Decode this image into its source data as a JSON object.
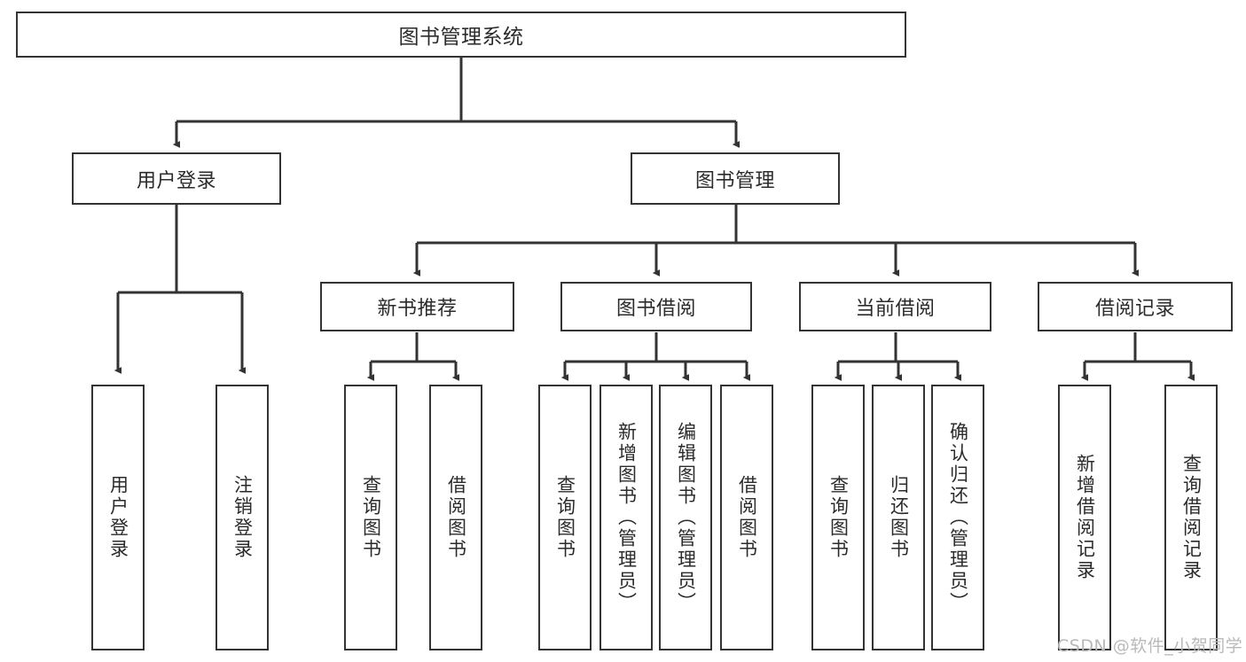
{
  "diagram": {
    "title": "图书管理系统",
    "type": "tree-hierarchy-chart",
    "root": {
      "label": "图书管理系统"
    },
    "level2": [
      {
        "label": "用户登录"
      },
      {
        "label": "图书管理"
      }
    ],
    "level3": [
      {
        "label": "新书推荐"
      },
      {
        "label": "图书借阅"
      },
      {
        "label": "当前借阅"
      },
      {
        "label": "借阅记录"
      }
    ],
    "leaves": {
      "user_login": [
        {
          "label": "用户登录"
        },
        {
          "label": "注销登录"
        }
      ],
      "new_book_recommend": [
        {
          "label": "查询图书"
        },
        {
          "label": "借阅图书"
        }
      ],
      "book_borrow": [
        {
          "label": "查询图书"
        },
        {
          "label": "新增图书（管理员）"
        },
        {
          "label": "编辑图书（管理员）"
        },
        {
          "label": "借阅图书"
        }
      ],
      "current_borrow": [
        {
          "label": "查询图书"
        },
        {
          "label": "归还图书"
        },
        {
          "label": "确认归还（管理员）"
        }
      ],
      "borrow_record": [
        {
          "label": "新增借阅记录"
        },
        {
          "label": "查询借阅记录"
        }
      ]
    }
  },
  "watermark": {
    "text": "CSDN @软件_小贺同学"
  },
  "colors": {
    "stroke": "#333333",
    "box_fill": "#ffffff",
    "text": "#2b2b2b",
    "watermark": "#b9b9b9"
  }
}
